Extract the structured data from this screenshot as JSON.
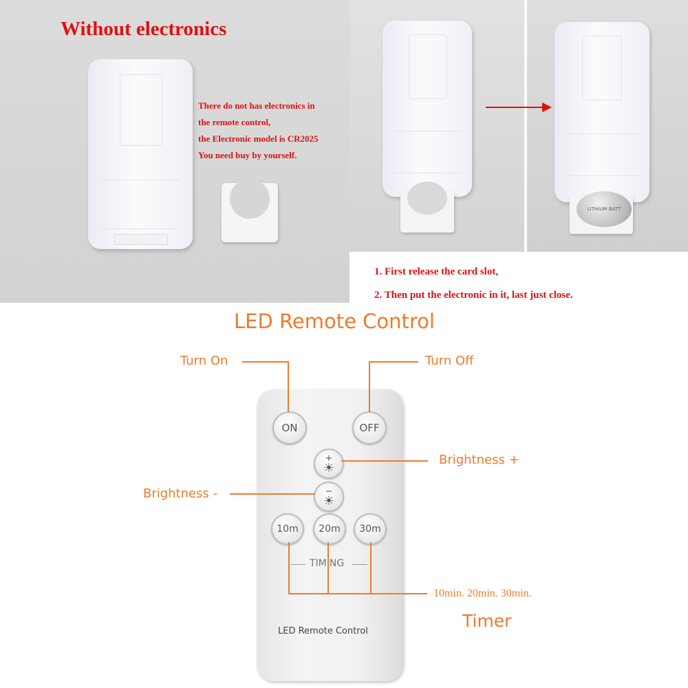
{
  "top": {
    "heading": "Without electronics",
    "note_lines": [
      "There do not has electronics in",
      "the remote control,",
      "the Electronic model is CR2025",
      "You need buy by yourself."
    ],
    "steps": [
      "1. First release the card slot,",
      "2. Then put the electronic in it, last just close."
    ],
    "battery_text": "LITHIUM BATT"
  },
  "remote": {
    "title": "LED Remote Control",
    "labels": {
      "turn_on": "Turn On",
      "turn_off": "Turn Off",
      "brightness_plus": "Brightness +",
      "brightness_minus": "Brightness -",
      "timer_values": "10min. 20min. 30min.",
      "timer": "Timer"
    },
    "buttons": {
      "on": "ON",
      "off": "OFF",
      "t10": "10m",
      "t20": "20m",
      "t30": "30m",
      "plus_sign": "+",
      "minus_sign": "−",
      "sun": "☀"
    },
    "timing_label": "TIMING",
    "device_text": "LED Remote Control"
  },
  "colors": {
    "red": "#e01010",
    "orange": "#f07a2a"
  }
}
